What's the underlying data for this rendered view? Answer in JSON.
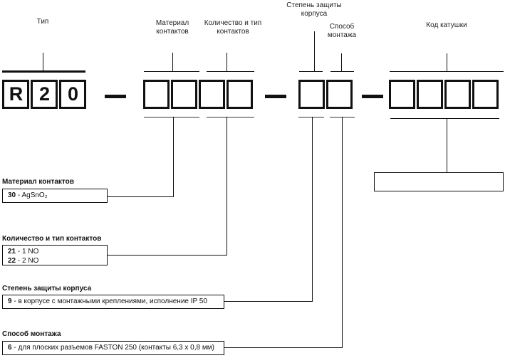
{
  "top_labels": {
    "type": "Тип",
    "contact_material": "Материал\nконтактов",
    "contact_qty": "Количество и тип\nконтактов",
    "protection": "Степень защиты\nкорпуса",
    "mounting": "Способ\nмонтажа",
    "coil_code": "Код катушки"
  },
  "code_row": {
    "prefix_cells": [
      "R",
      "2",
      "0"
    ]
  },
  "legend": {
    "material": {
      "heading": "Материал контактов",
      "items": [
        {
          "code": "30",
          "desc": " - AgSnO₂"
        }
      ]
    },
    "contacts": {
      "heading": "Количество и тип контактов",
      "items": [
        {
          "code": "21",
          "desc": " - 1 NO"
        },
        {
          "code": "22",
          "desc": " - 2 NO"
        }
      ]
    },
    "protection": {
      "heading": "Степень защиты корпуса",
      "items": [
        {
          "code": "9",
          "desc": " - в корпусе с монтажными креплениями, исполнение IP 50"
        }
      ]
    },
    "mounting": {
      "heading": "Способ монтажа",
      "items": [
        {
          "code": "6",
          "desc": " - для плоских разъемов FASTON 250 (контакты 6,3 х 0,8 мм)"
        }
      ]
    }
  },
  "colors": {
    "line": "#111111",
    "underline_gray": "#999999",
    "background": "#ffffff"
  }
}
